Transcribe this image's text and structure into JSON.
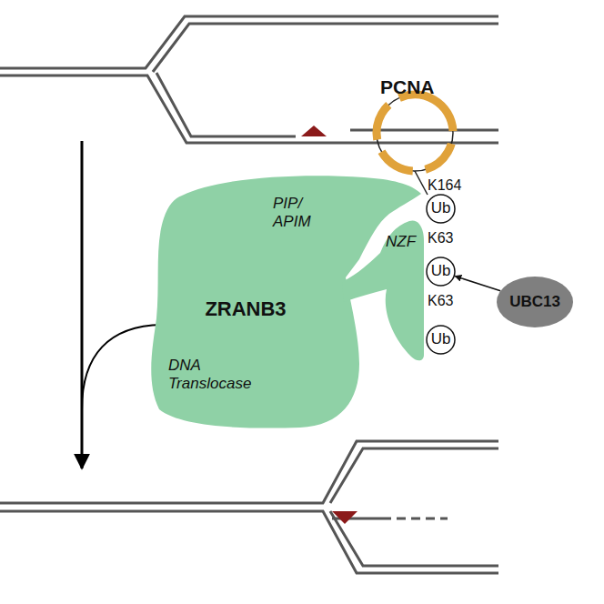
{
  "diagram": {
    "nodes": [
      {
        "text": [
          "PIP/ APIM",
          "ZRANB3",
          "DNA Translocase"
        ]
      },
      {
        "text": [
          "NZF"
        ],
        "in": 0
      },
      {
        "text": [
          "Ub"
        ]
      },
      {
        "text": [
          "Ub"
        ]
      },
      {
        "text": [
          "Ub"
        ]
      },
      {
        "text": [
          "UBC13"
        ]
      }
    ],
    "edges": [
      {
        "from": 5,
        "to": 3,
        "arrow": "to"
      }
    ],
    "labels": [
      "PCNA",
      "K164",
      "K63",
      "K63"
    ]
  }
}
